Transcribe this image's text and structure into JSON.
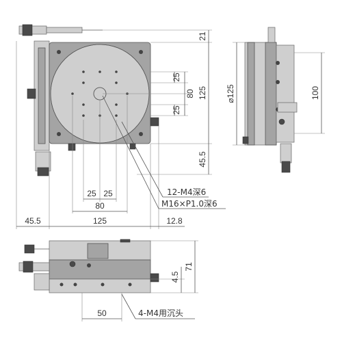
{
  "top_view": {
    "dims_right": [
      "21",
      "25",
      "25",
      "80",
      "125",
      "45.5"
    ],
    "dims_bottom": [
      "25",
      "25",
      "80",
      "125",
      "12.8"
    ],
    "dim_left": "45.5"
  },
  "side_view": {
    "dim_diameter": "⌀125",
    "dim_height": "100"
  },
  "front_view": {
    "dims_right": [
      "4.5",
      "71"
    ],
    "dim_bottom": "50"
  },
  "annotations": {
    "thread_holes": "12-M4深6",
    "center_thread": "M16×P1.0深6",
    "mount_holes": "4-M4用沉头"
  }
}
